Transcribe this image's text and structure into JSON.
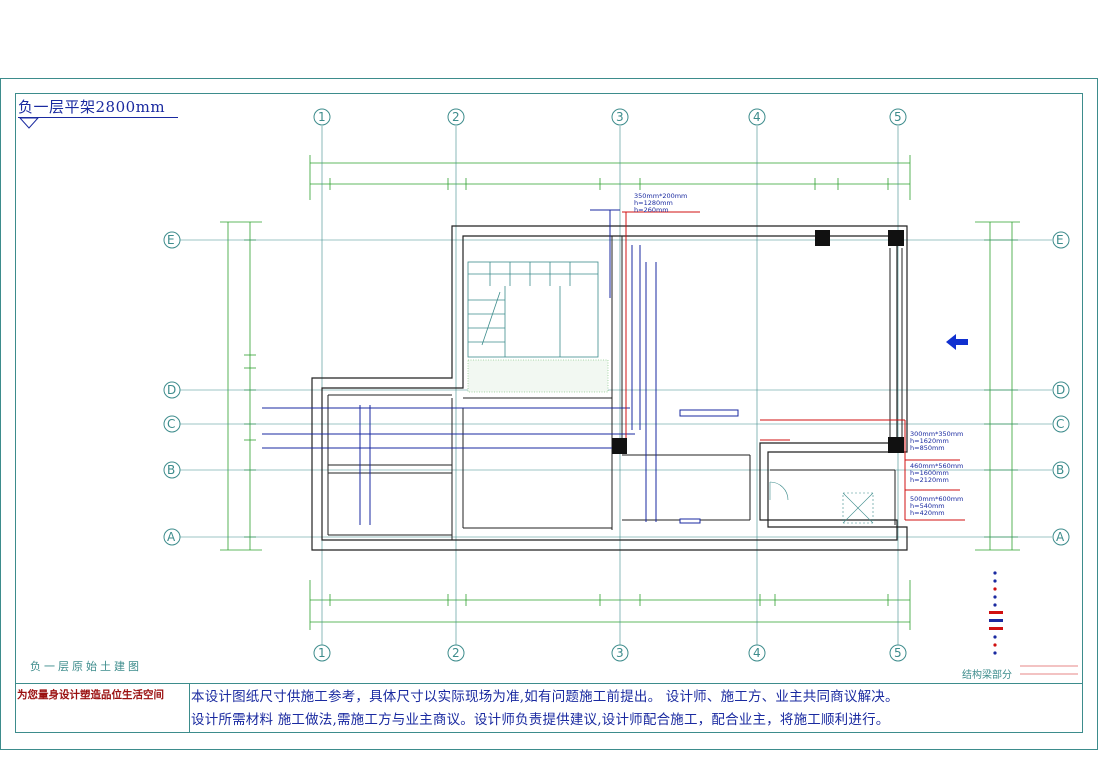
{
  "drawing": {
    "title": "负一层平架2800mm",
    "subtitle": "负一层原始土建图",
    "structure_label": "结构梁部分"
  },
  "grid": {
    "columns": [
      "1",
      "2",
      "3",
      "4",
      "5"
    ],
    "rows": [
      "E",
      "D",
      "C",
      "B",
      "A"
    ]
  },
  "beams": [
    {
      "size": "350mm*200mm",
      "l1": "h=1280mm",
      "l2": "h=260mm"
    },
    {
      "size": "300mm*350mm",
      "l1": "h=1620mm",
      "l2": "h=850mm"
    },
    {
      "size": "460mm*560mm",
      "l1": "h=1600mm",
      "l2": "h=2120mm"
    },
    {
      "size": "500mm*600mm",
      "l1": "h=540mm",
      "l2": "h=420mm"
    }
  ],
  "footer": {
    "slogan": "为您量身设计塑造品位生活空间",
    "note_line1": "本设计图纸尺寸供施工参考，具体尺寸以实际现场为准,如有问题施工前提出。 设计师、施工方、业主共同商议解决。",
    "note_line2": "设计所需材料 施工做法,需施工方与业主商议。设计师负责提供建议,设计师配合施工，配合业主，将施工顺利进行。"
  },
  "colors": {
    "frame": "#3d8c8c",
    "dimension": "#2ea02e",
    "wall": "#222222",
    "pipe_blue": "#1a2aa0",
    "beam_red": "#d01010",
    "arrow": "#1030d0"
  },
  "icons": {
    "direction_arrow": "left-arrow-icon"
  }
}
